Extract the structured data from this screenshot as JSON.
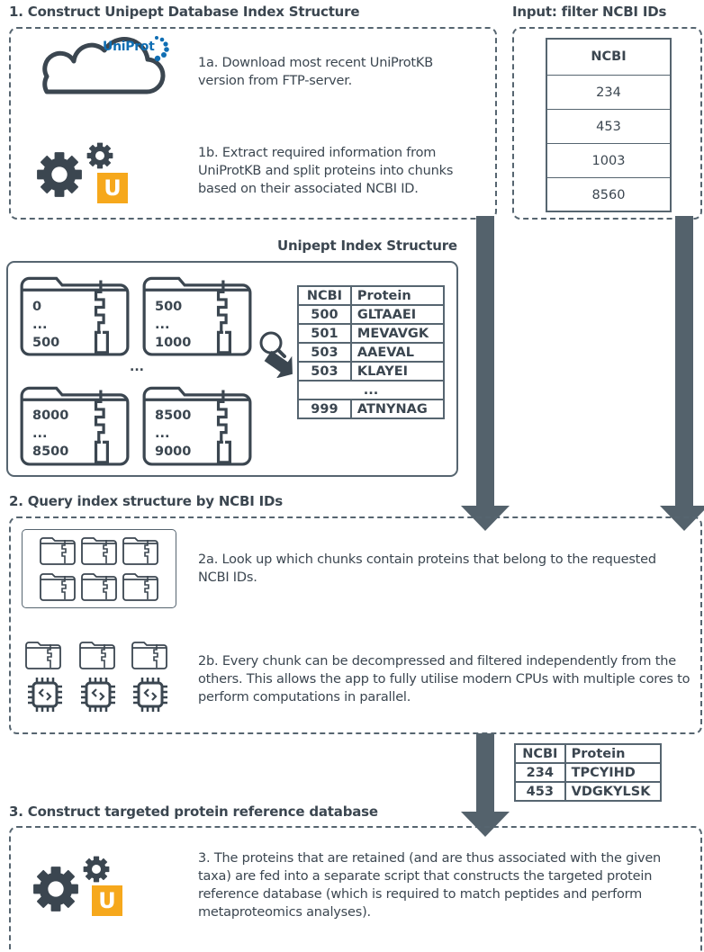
{
  "section1": {
    "title": "1. Construct Unipept Database Index Structure",
    "step_1a": "1a. Download most recent UniProtKB version from FTP-server.",
    "step_1b": "1b. Extract required information from UniProtKB and split proteins into chunks based on their associated NCBI ID.",
    "uniprot_logo": "UniProt",
    "unipept_badge": "U"
  },
  "input": {
    "title": "Input: filter NCBI IDs",
    "header": "NCBI",
    "ids": [
      "234",
      "453",
      "1003",
      "8560"
    ]
  },
  "index_structure": {
    "title": "Unipept Index Structure",
    "chunks": [
      {
        "start": "0",
        "dots": "...",
        "end": "500"
      },
      {
        "start": "500",
        "dots": "...",
        "end": "1000"
      },
      {
        "start": "8000",
        "dots": "...",
        "end": "8500"
      },
      {
        "start": "8500",
        "dots": "...",
        "end": "9000"
      }
    ],
    "between_dots": "...",
    "table": {
      "headers": [
        "NCBI",
        "Protein"
      ],
      "rows": [
        [
          "500",
          "GLTAAEI"
        ],
        [
          "501",
          "MEVAVGK"
        ],
        [
          "503",
          "AAEVAL"
        ],
        [
          "503",
          "KLAYEI"
        ]
      ],
      "ellipsis": "...",
      "last_row": [
        "999",
        "ATNYNAG"
      ]
    }
  },
  "section2": {
    "title": "2. Query index structure by NCBI IDs",
    "step_2a": "2a. Look up which chunks contain proteins that belong to the requested NCBI IDs.",
    "step_2b": "2b. Every chunk can be decompressed and filtered independently from the others. This allows the app to fully utilise modern CPUs with multiple cores to perform computations in parallel."
  },
  "result_table": {
    "headers": [
      "NCBI",
      "Protein"
    ],
    "rows": [
      [
        "234",
        "TPCYIHD"
      ],
      [
        "453",
        "VDGKYLSK"
      ]
    ]
  },
  "section3": {
    "title": "3. Construct targeted protein reference database",
    "step_3": "3. The proteins that are retained (and are thus associated with the given taxa) are fed into a separate script that constructs the targeted protein reference database (which is required to match peptides and perform metaproteomics analyses).",
    "unipept_badge": "U"
  },
  "colors": {
    "text": "#3b4650",
    "border": "#566570",
    "arrow": "#54626c",
    "uniprot_blue": "#0f6eb3",
    "unipept_orange": "#f6a81c"
  }
}
